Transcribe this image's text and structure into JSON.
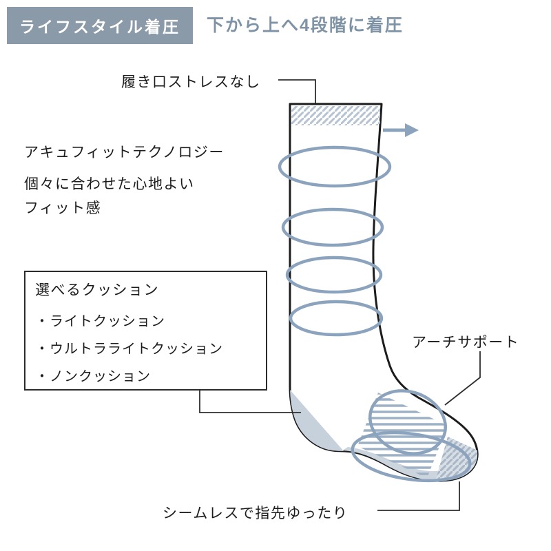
{
  "header": {
    "badge": "ライフスタイル着圧",
    "title": "下から上へ4段階に着圧"
  },
  "annotations": {
    "cuff": "履き口ストレスなし",
    "arch": "アーチサポート",
    "toe": "シームレスで指先ゆったり"
  },
  "tech": {
    "lines": [
      "アキュフィットテクノロジー",
      "個々に合わせた心地よい",
      "フィット感"
    ]
  },
  "cushion_box": {
    "title": "選べるクッション",
    "items": [
      "・ライトクッション",
      "・ウルトラライトクッション",
      "・ノンクッション"
    ]
  },
  "icons": {
    "arrow_right": "→"
  },
  "colors": {
    "badge_bg": "#8b9aa8",
    "title_color": "#7e93a5",
    "accent": "#8ca3be",
    "hatch": "#b5c3d2",
    "stripe": "#9cb1c6",
    "heel_fill": "#c7d1dc",
    "sole_fill": "#ccd5de",
    "outline": "#1c1c1c"
  }
}
